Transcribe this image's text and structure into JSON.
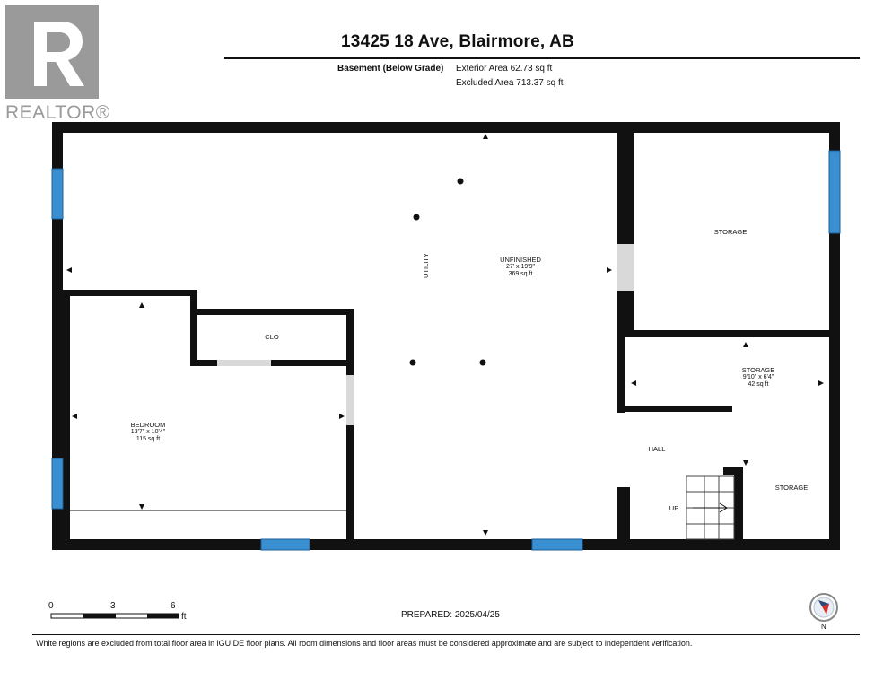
{
  "brand": {
    "logo_text": "REALTOR®",
    "logo_letter": "R"
  },
  "header": {
    "title": "13425 18 Ave, Blairmore, AB",
    "level": "Basement (Below Grade)",
    "exterior_area": "Exterior Area 62.73 sq ft",
    "excluded_area": "Excluded Area 713.37 sq ft"
  },
  "rooms": {
    "utility": {
      "label": "UTILITY"
    },
    "unfinished": {
      "label": "UNFINISHED",
      "dims": "27' x 19'9\"",
      "area": "369 sq ft"
    },
    "storage_top": {
      "label": "STORAGE"
    },
    "storage_mid": {
      "label": "STORAGE",
      "dims": "9'10\" x 6'4\"",
      "area": "42 sq ft"
    },
    "storage_bottom": {
      "label": "STORAGE"
    },
    "hall": {
      "label": "HALL"
    },
    "up": {
      "label": "UP"
    },
    "clo": {
      "label": "CLO"
    },
    "bedroom": {
      "label": "BEDROOM",
      "dims": "13'7\" x 10'4\"",
      "area": "115 sq ft"
    }
  },
  "scale": {
    "ticks": [
      "0",
      "3",
      "6"
    ],
    "unit": "ft"
  },
  "compass": {
    "label": "N"
  },
  "footer": {
    "prepared": "PREPARED:  2025/04/25",
    "disclaimer": "White regions are excluded from total floor area in iGUIDE floor plans. All room dimensions and floor areas must be considered approximate and are subject to independent verification."
  },
  "colors": {
    "wall": "#111111",
    "window": "#3a8fd0",
    "door": "#d9d9d9",
    "logo": "#9a9a9a",
    "compass_red": "#d9302c"
  }
}
